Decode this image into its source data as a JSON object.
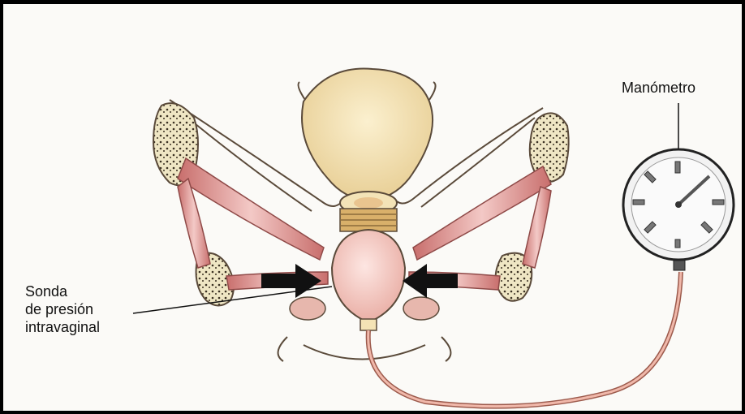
{
  "labels": {
    "manometer": "Manómetro",
    "probe_line1": "Sonda",
    "probe_line2": "de presión",
    "probe_line3": "intravaginal"
  },
  "colors": {
    "bone": "#efe6c4",
    "bone_dots": "#3a3022",
    "muscle": "#d98c8a",
    "muscle_dark": "#b7605f",
    "bladder": "#f2dfae",
    "probe": "#f5c6bf",
    "tube": "#e9a89a",
    "arrow": "#111111",
    "outline": "#5a4a3a"
  },
  "icons": {
    "arrow_left": "right-pointing-arrow-icon",
    "arrow_right": "left-pointing-arrow-icon",
    "gauge": "pressure-gauge-icon"
  }
}
